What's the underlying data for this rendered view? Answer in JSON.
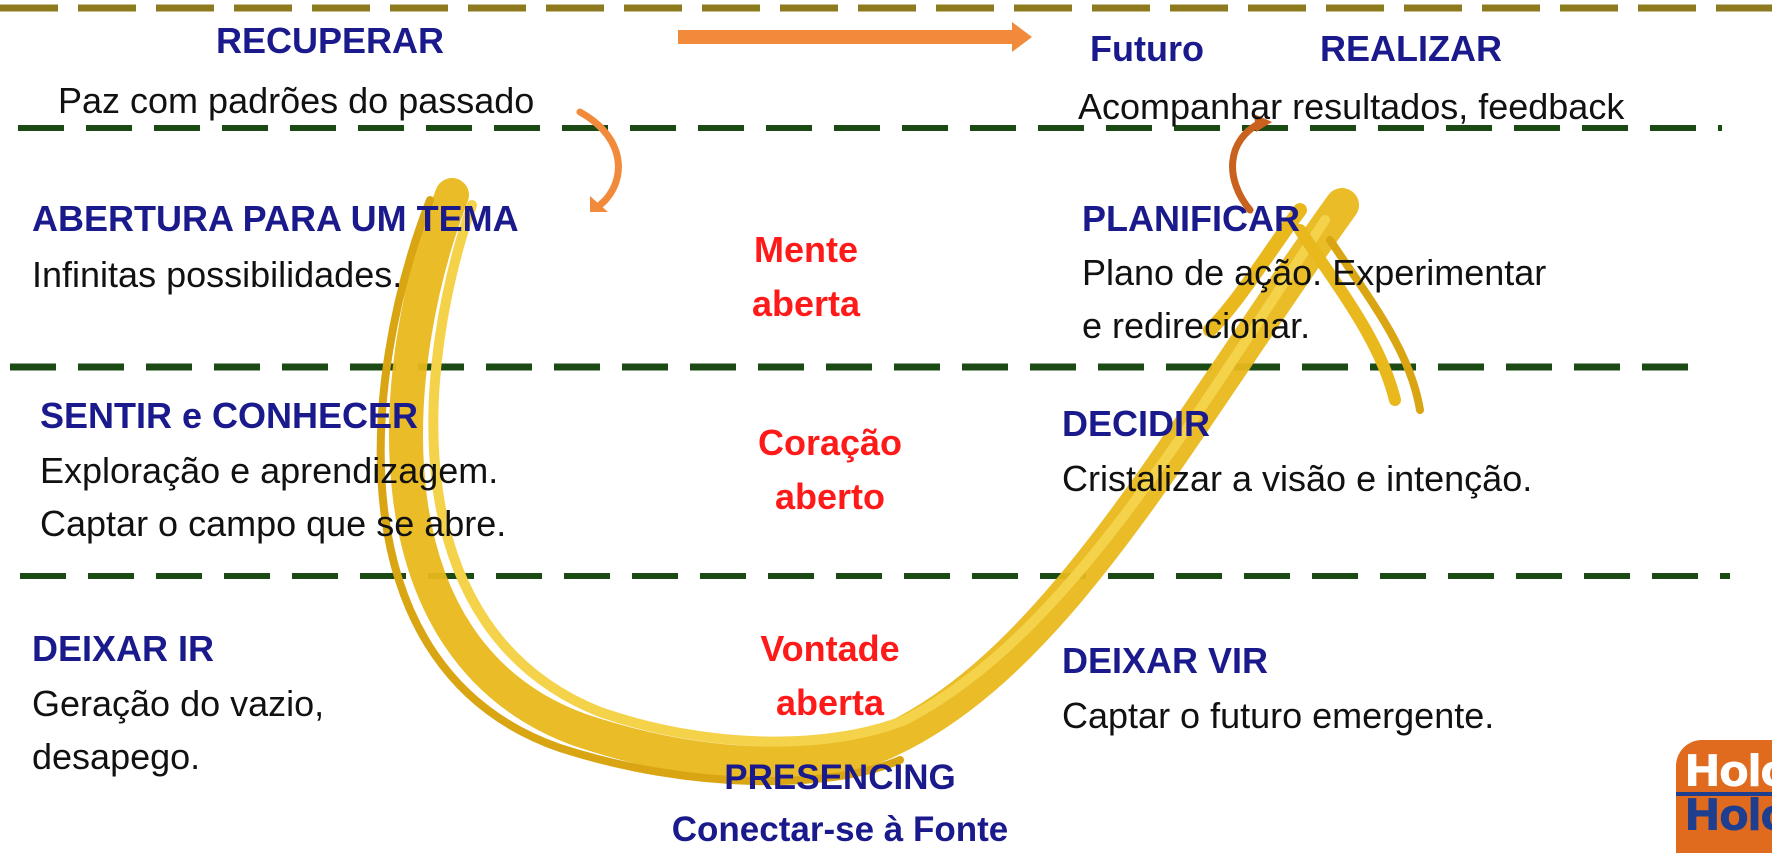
{
  "colors": {
    "top_line": "#8e7a1e",
    "divider": "#1c4a14",
    "arrow": "#f28a3c",
    "swirl": "#e8b81c",
    "heading": "#1a1a8c",
    "center_label": "#ff1a1a"
  },
  "top": {
    "left_heading": "RECUPERAR",
    "left_text": "Paz com padrões do passado",
    "right_future": "Futuro",
    "right_heading": "REALIZAR",
    "right_text": "Acompanhar  resultados, feedback"
  },
  "row1": {
    "left_heading": "ABERTURA PARA UM TEMA",
    "left_text": "Infinitas possibilidades.",
    "center_line1": "Mente",
    "center_line2": "aberta",
    "right_heading": "PLANIFICAR",
    "right_text_line1": "Plano de ação. Experimentar",
    "right_text_line2": "e redirecionar."
  },
  "row2": {
    "left_heading": "SENTIR e CONHECER",
    "left_text_line1": "Exploração  e aprendizagem.",
    "left_text_line2": "Captar o campo que se abre.",
    "center_line1": "Coração",
    "center_line2": "aberto",
    "right_heading": "DECIDIR",
    "right_text": "Cristalizar a visão e intenção."
  },
  "row3": {
    "left_heading": "DEIXAR IR",
    "left_text_line1": "Geração do vazio,",
    "left_text_line2": "desapego.",
    "center_line1": "Vontade",
    "center_line2": "aberta",
    "right_heading": "DEIXAR VIR",
    "right_text": "Captar o futuro emergente."
  },
  "bottom": {
    "line1": "PRESENCING",
    "line2": "Conectar-se à Fonte"
  },
  "logo": {
    "icon": "holos-logo",
    "text_top": "Holo",
    "text_bottom": "Holo"
  }
}
